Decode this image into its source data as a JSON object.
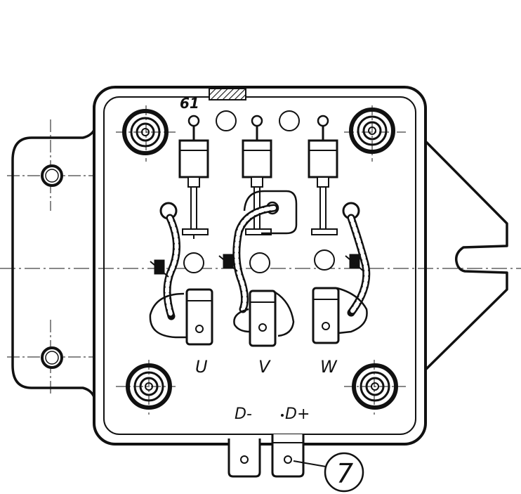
{
  "labels": {
    "terminal_number": "61",
    "phase_u": "U",
    "phase_v": "V",
    "phase_w": "W",
    "d_minus": "D-",
    "d_plus": "D+",
    "callout": "7"
  },
  "colors": {
    "ink": "#111111",
    "paper": "#ffffff"
  }
}
